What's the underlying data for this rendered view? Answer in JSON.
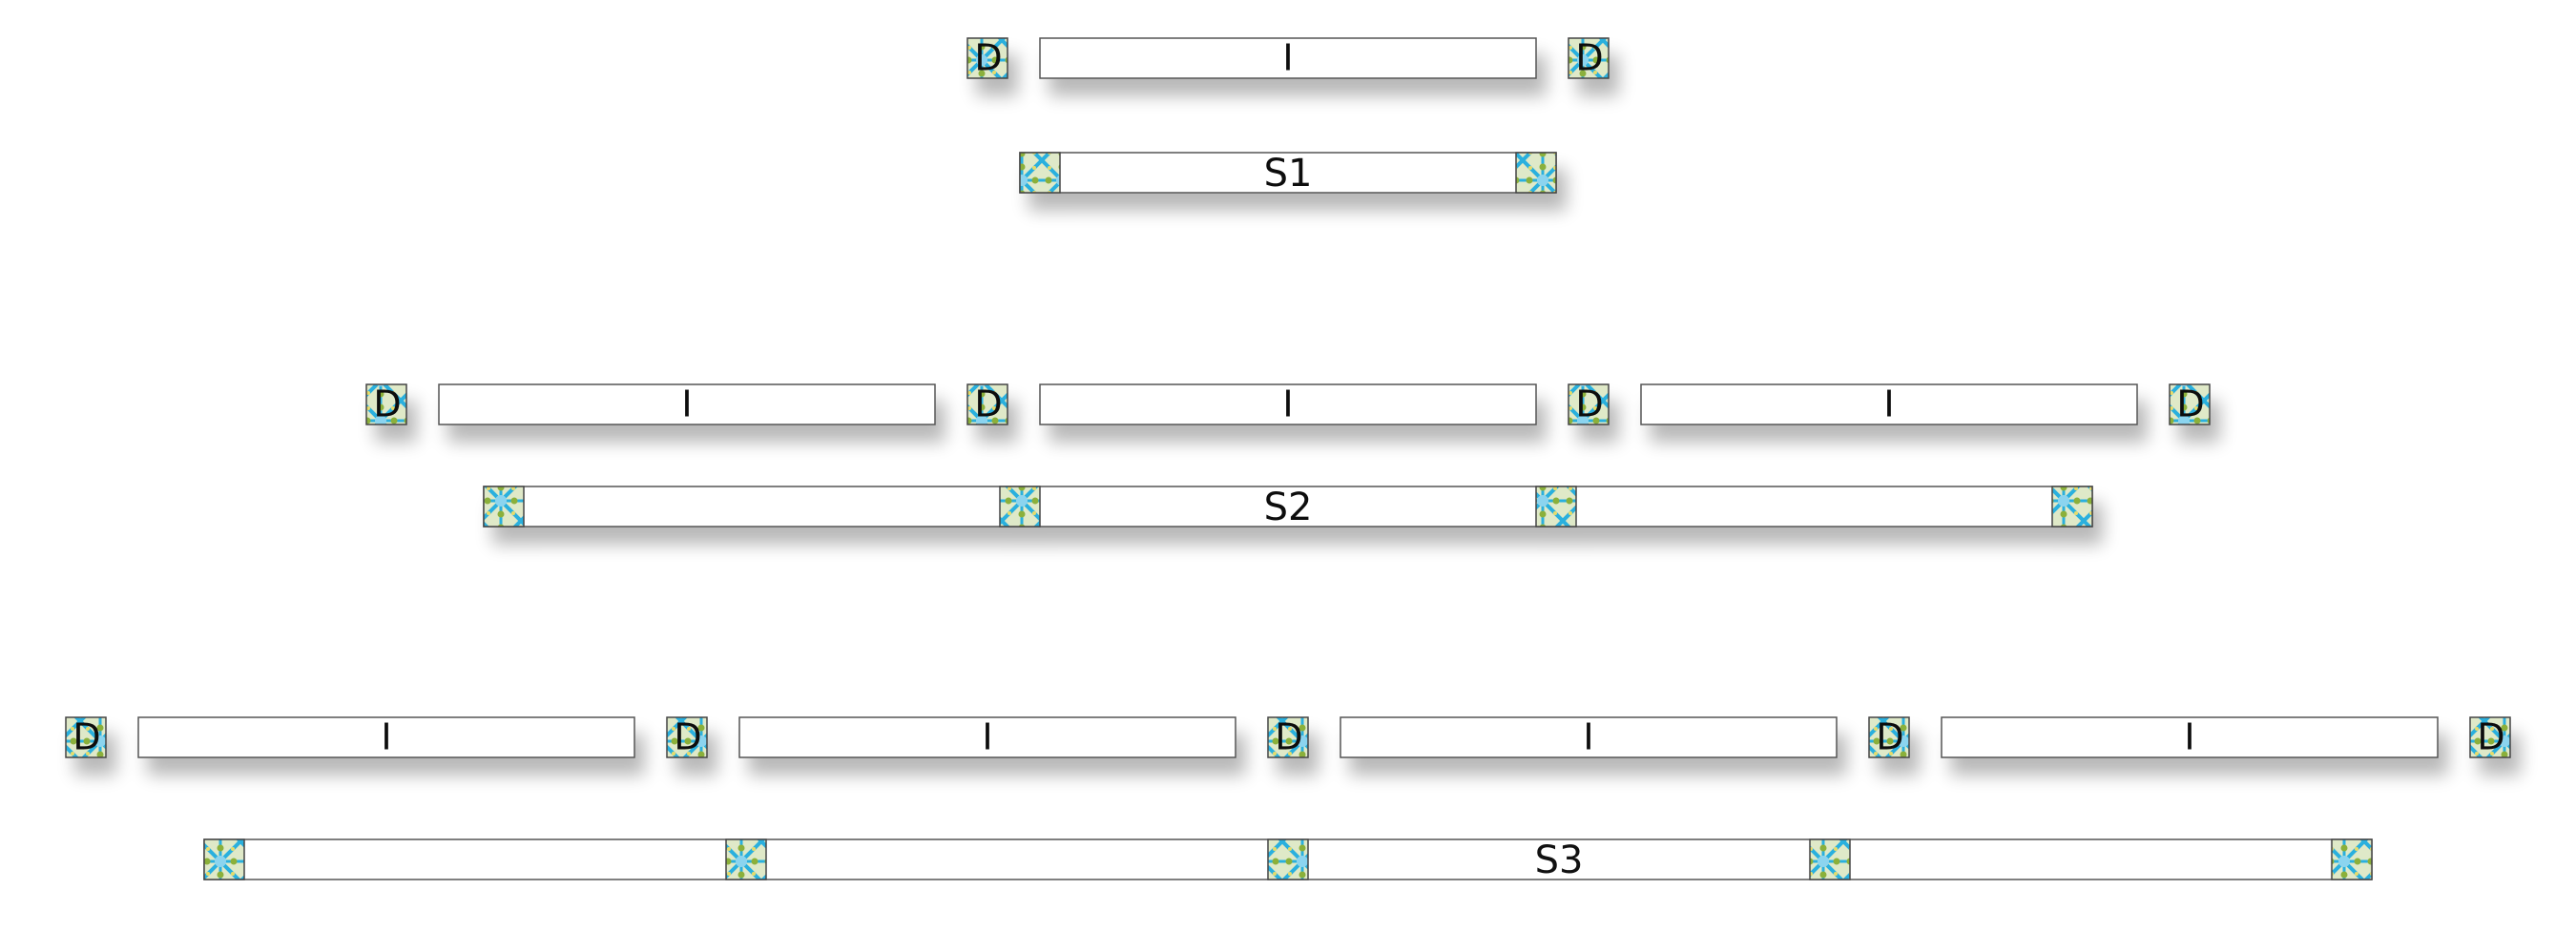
{
  "diagram": {
    "rows": [
      {
        "id": "row-1",
        "units": [
          {
            "kind": "tile",
            "label": "D"
          },
          {
            "kind": "bar",
            "label": "I"
          },
          {
            "kind": "tile",
            "label": "D"
          }
        ],
        "strip_label": "S1",
        "strip_segments": 1,
        "strip_label_segment": 0
      },
      {
        "id": "row-2",
        "units": [
          {
            "kind": "tile",
            "label": "D"
          },
          {
            "kind": "bar",
            "label": "I"
          },
          {
            "kind": "tile",
            "label": "D"
          },
          {
            "kind": "bar",
            "label": "I"
          },
          {
            "kind": "tile",
            "label": "D"
          },
          {
            "kind": "bar",
            "label": "I"
          },
          {
            "kind": "tile",
            "label": "D"
          }
        ],
        "strip_label": "S2",
        "strip_segments": 3,
        "strip_label_segment": 1
      },
      {
        "id": "row-3",
        "units": [
          {
            "kind": "tile",
            "label": "D"
          },
          {
            "kind": "bar",
            "label": "I"
          },
          {
            "kind": "tile",
            "label": "D"
          },
          {
            "kind": "bar",
            "label": "I"
          },
          {
            "kind": "tile",
            "label": "D"
          },
          {
            "kind": "bar",
            "label": "I"
          },
          {
            "kind": "tile",
            "label": "D"
          },
          {
            "kind": "bar",
            "label": "I"
          },
          {
            "kind": "tile",
            "label": "D"
          }
        ],
        "strip_label": "S3",
        "strip_segments": 4,
        "strip_label_segment": 2
      }
    ],
    "colors": {
      "tile_cyan": "#2ab0de",
      "tile_green": "#8bb03a",
      "tile_yellow": "#e8dc6a",
      "tile_border": "#444444",
      "bar_border": "#555555",
      "bar_fill": "#ffffff",
      "shadow": "#000000"
    }
  }
}
